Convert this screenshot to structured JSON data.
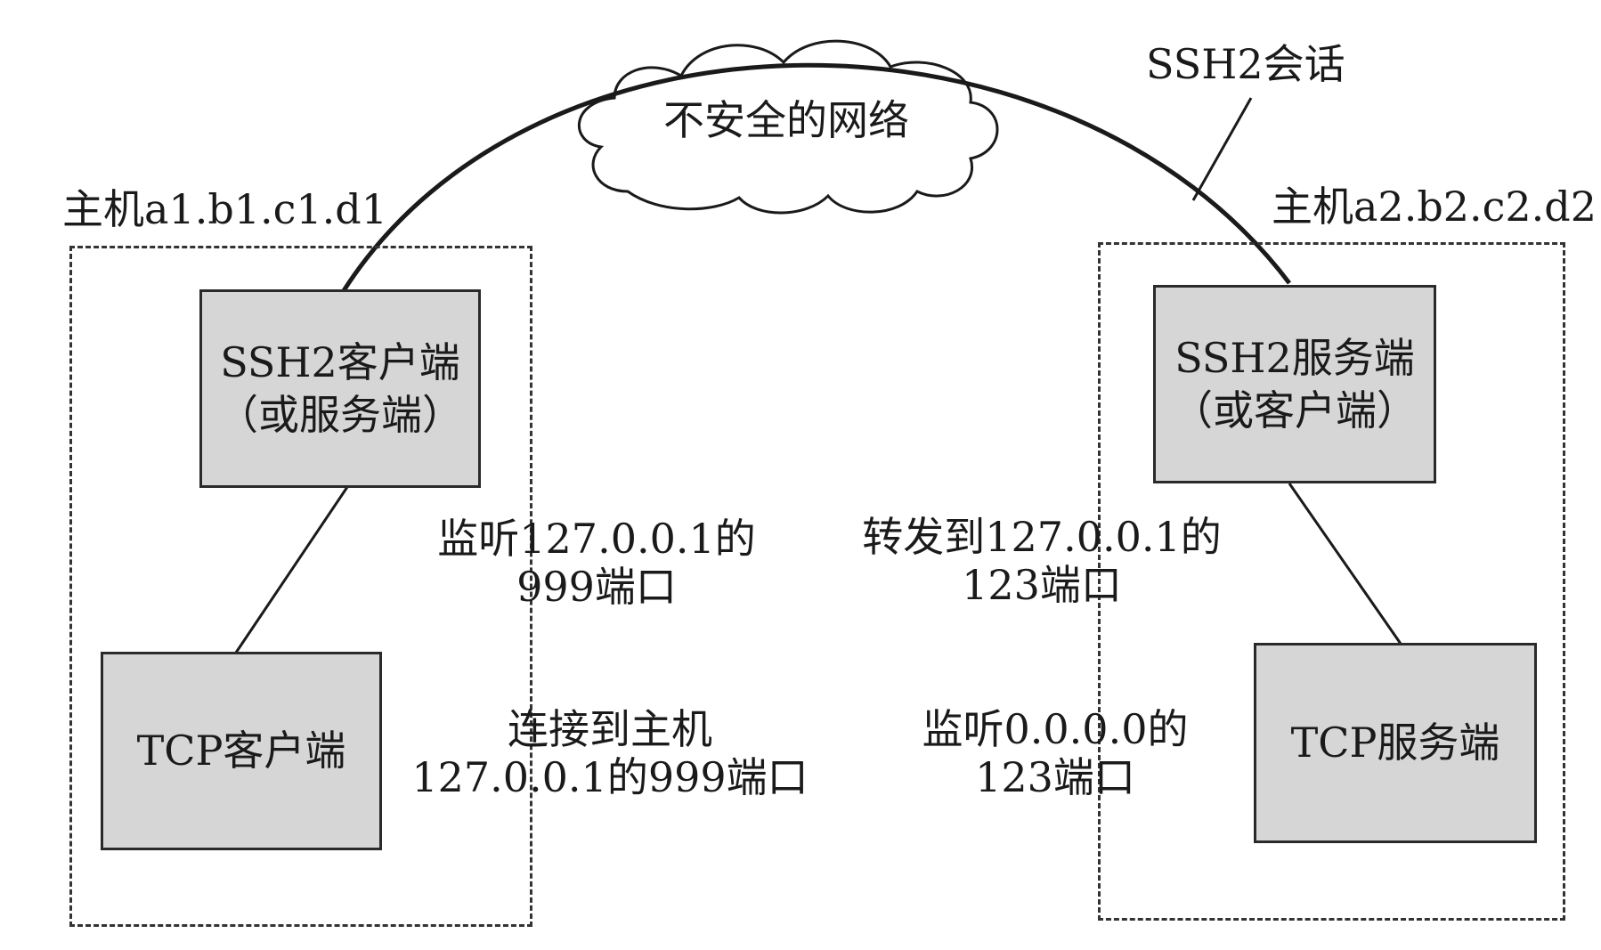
{
  "network": {
    "cloud_label": "不安全的网络",
    "session_label": "SSH2会话"
  },
  "left_host": {
    "title": "主机a1.b1.c1.d1",
    "ssh_box": {
      "line1": "SSH2客户端",
      "line2": "（或服务端）"
    },
    "tcp_box": {
      "label": "TCP客户端"
    }
  },
  "right_host": {
    "title": "主机a2.b2.c2.d2",
    "ssh_box": {
      "line1": "SSH2服务端",
      "line2": "（或客户端）"
    },
    "tcp_box": {
      "label": "TCP服务端"
    }
  },
  "annotations": {
    "listen_left": {
      "line1": "监听127.0.0.1的",
      "line2": "999端口"
    },
    "connect_left": {
      "line1": "连接到主机",
      "line2": "127.0.0.1的999端口"
    },
    "forward_right": {
      "line1": "转发到127.0.0.1的",
      "line2": "123端口"
    },
    "listen_right": {
      "line1": "监听0.0.0.0的",
      "line2": "123端口"
    }
  }
}
